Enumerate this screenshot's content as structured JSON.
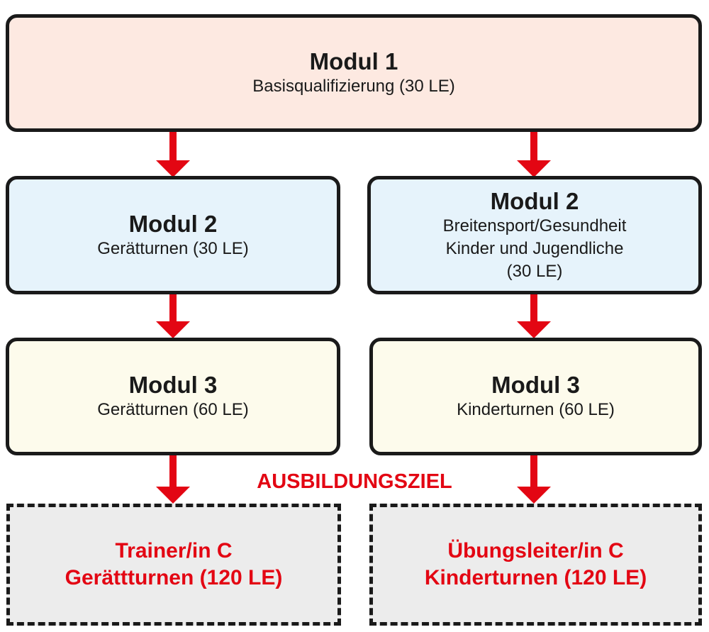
{
  "colors": {
    "arrow": "#e30613",
    "goal_text": "#e30613",
    "modul1_fill": "#fde9e1",
    "modul2_fill": "#e6f3fb",
    "modul3_fill": "#fdfbec",
    "goal_fill": "#ececec"
  },
  "modul1": {
    "title": "Modul 1",
    "line1": "Basisqualifizierung (30 LE)"
  },
  "left": {
    "modul2": {
      "title": "Modul 2",
      "line1": "Gerätturnen (30 LE)"
    },
    "modul3": {
      "title": "Modul 3",
      "line1": "Gerätturnen (60 LE)"
    },
    "goal": {
      "line1": "Trainer/in C",
      "line2": "Gerättturnen (120 LE)"
    }
  },
  "right": {
    "modul2": {
      "title": "Modul 2",
      "line1": "Breitensport/Gesundheit",
      "line2": "Kinder und Jugendliche",
      "line3": "(30 LE)"
    },
    "modul3": {
      "title": "Modul 3",
      "line1": "Kinderturnen (60 LE)"
    },
    "goal": {
      "line1": "Übungsleiter/in C",
      "line2": "Kinderturnen (120 LE)"
    }
  },
  "goal_label": "AUSBILDUNGSZIEL"
}
